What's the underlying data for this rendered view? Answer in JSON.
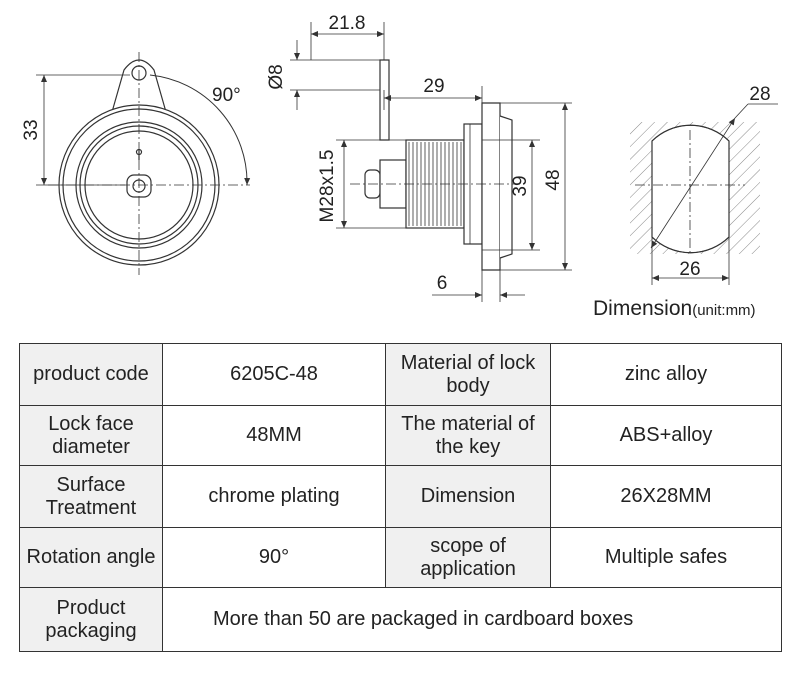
{
  "drawing": {
    "front_view": {
      "height_label": "33",
      "angle_label": "90°"
    },
    "side_view": {
      "top_width_label": "21.8",
      "hole_label": "Ø8",
      "length_label": "29",
      "thread_label": "M28x1.5",
      "inner_height_label": "39",
      "outer_height_label": "48",
      "flange_label": "6"
    },
    "section_view": {
      "diameter_label": "28",
      "flat_label": "26"
    },
    "caption": {
      "main": "Dimension",
      "unit": "(unit:mm)"
    }
  },
  "spec_table": {
    "rows": [
      [
        "product code",
        "6205C-48",
        "Material of lock body",
        "zinc alloy"
      ],
      [
        "Lock face diameter",
        "48MM",
        "The material of the key",
        "ABS+alloy"
      ],
      [
        "Surface Treatment",
        "chrome plating",
        "Dimension",
        "26X28MM"
      ],
      [
        "Rotation angle",
        "90°",
        "scope of application",
        "Multiple safes"
      ],
      [
        "Product packaging",
        "More than 50 are packaged in cardboard boxes"
      ]
    ]
  }
}
